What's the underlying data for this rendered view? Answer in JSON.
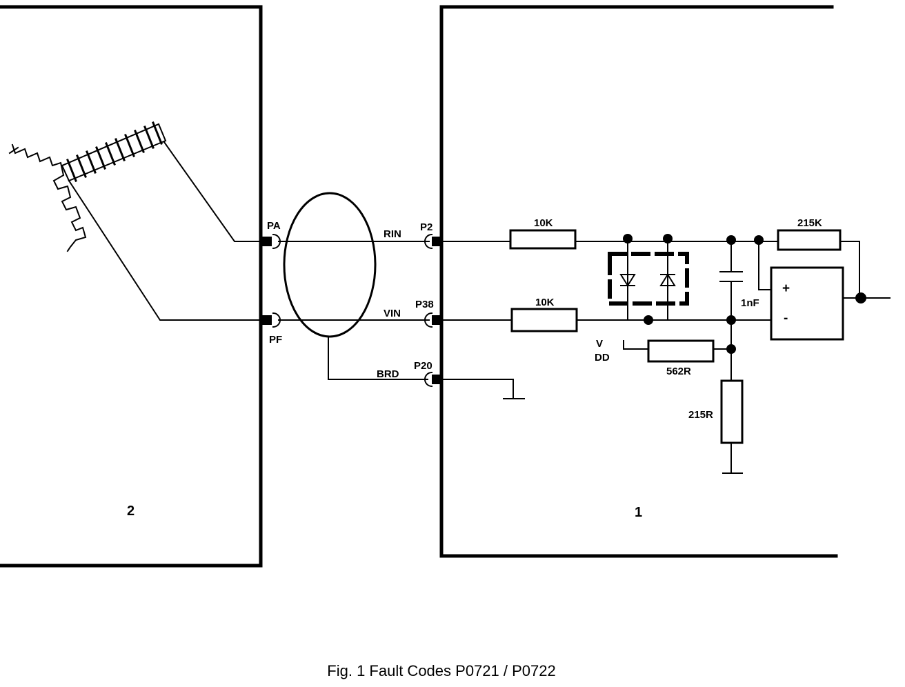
{
  "labels": {
    "block_left": "2",
    "block_right": "1",
    "pin_pa": "PA",
    "pin_pf": "PF",
    "pin_p2": "P2",
    "pin_p38": "P38",
    "pin_p20": "P20",
    "net_rin": "RIN",
    "net_vin": "VIN",
    "net_brd": "BRD",
    "r_top": "10K",
    "r_mid": "10K",
    "r_feedback": "215K",
    "r_562": "562R",
    "r_215": "215R",
    "cap": "1nF",
    "vdd_v": "V",
    "vdd_dd": "DD",
    "opamp_plus": "+",
    "opamp_minus": "-"
  },
  "caption": "Fig. 1 Fault Codes P0721 / P0722"
}
